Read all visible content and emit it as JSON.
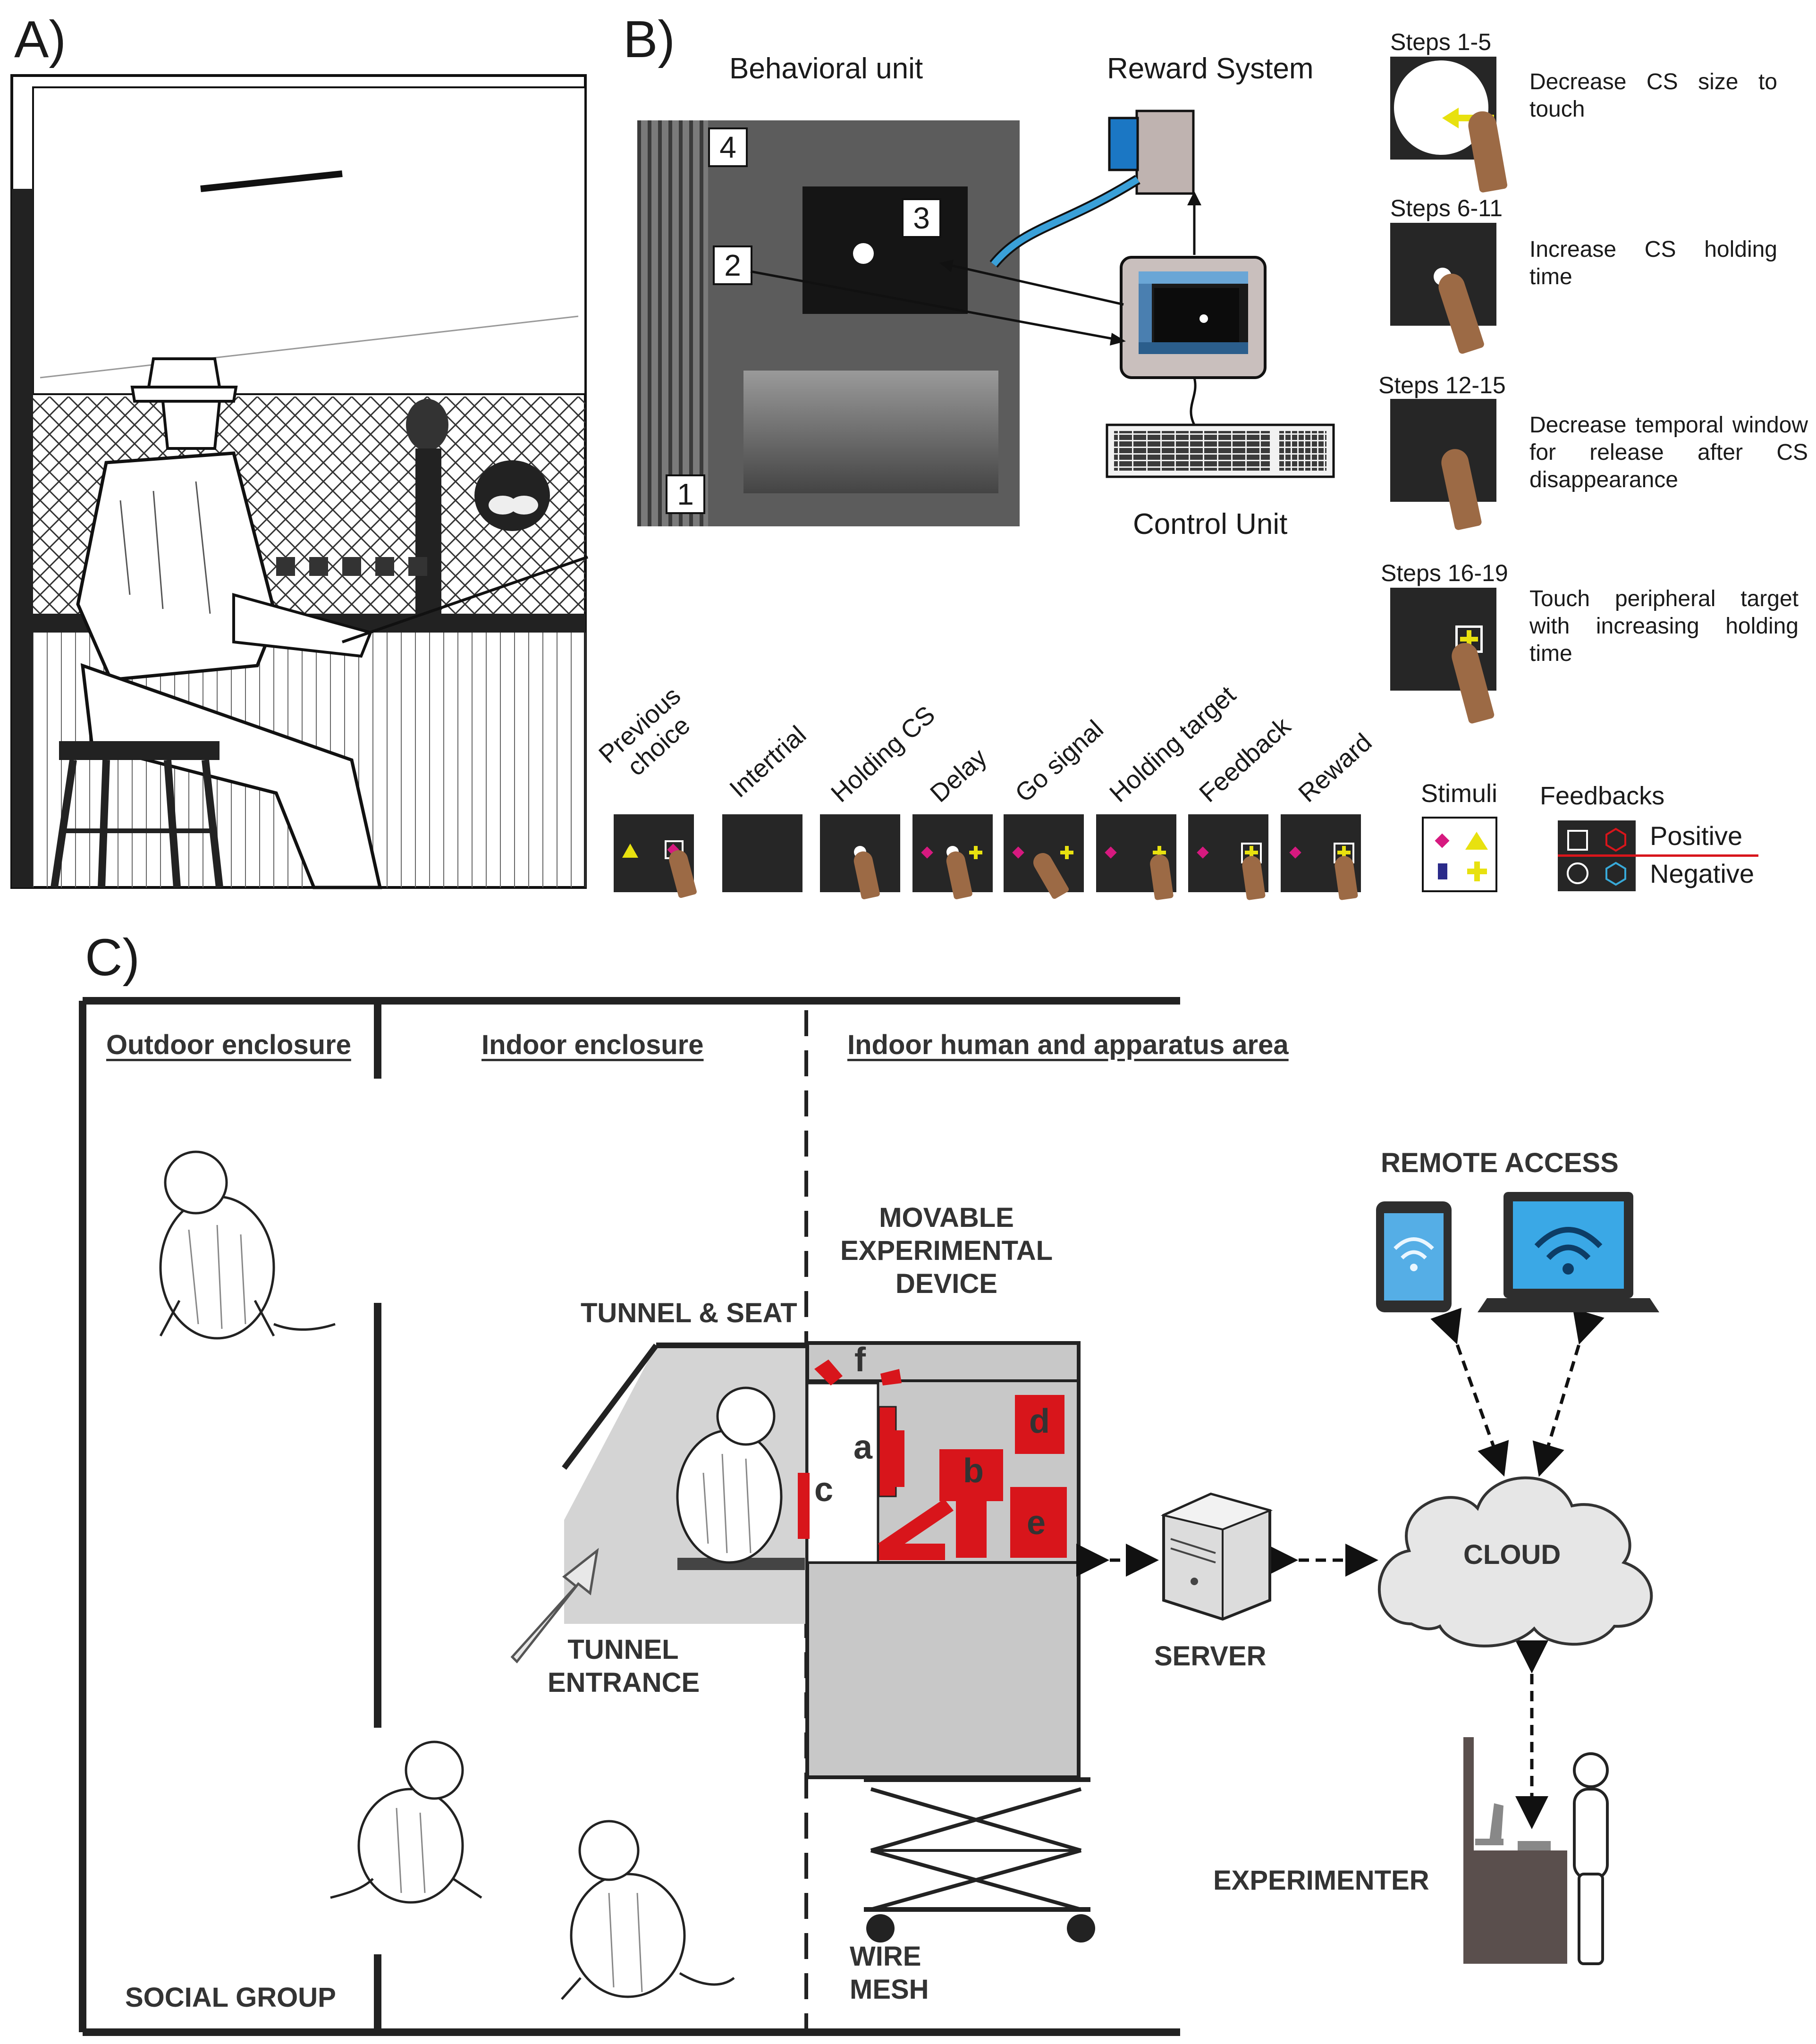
{
  "panels": {
    "a": "A)",
    "b": "B)",
    "c": "C)"
  },
  "panel_b": {
    "behavioral_unit": "Behavioral unit",
    "reward_system": "Reward System",
    "control_unit": "Control Unit",
    "markers": [
      "1",
      "2",
      "3",
      "4"
    ],
    "steps": [
      {
        "title": "Steps 1-5",
        "desc": "Decrease CS size to touch"
      },
      {
        "title": "Steps 6-11",
        "desc": "Increase CS holding time"
      },
      {
        "title": "Steps 12-15",
        "desc": "Decrease temporal window for release after CS disappearance"
      },
      {
        "title": "Steps 16-19",
        "desc": "Touch peripheral target with increasing holding time"
      }
    ],
    "sequence": [
      "Previous choice",
      "Intertrial",
      "Holding CS",
      "Delay",
      "Go signal",
      "Holding target",
      "Feedback",
      "Reward"
    ],
    "stimuli_label": "Stimuli",
    "feedbacks_label": "Feedbacks",
    "feedback_positive": "Positive",
    "feedback_negative": "Negative",
    "colors": {
      "magenta": "#d6197f",
      "yellow": "#e8e10f",
      "navy": "#2b2b8a",
      "hand": "#9c6a45"
    }
  },
  "panel_c": {
    "outdoor": "Outdoor enclosure",
    "indoor": "Indoor enclosure",
    "human_area": "Indoor human and apparatus area",
    "remote_access": "REMOTE ACCESS",
    "movable_device": [
      "MOVABLE",
      "EXPERIMENTAL",
      "DEVICE"
    ],
    "tunnel_seat": "TUNNEL & SEAT",
    "tunnel_entrance": [
      "TUNNEL",
      "ENTRANCE"
    ],
    "server": "SERVER",
    "cloud": "CLOUD",
    "experimenter": "EXPERIMENTER",
    "social_group": "SOCIAL GROUP",
    "wire_mesh": [
      "WIRE",
      "MESH"
    ],
    "components": [
      "a",
      "b",
      "c",
      "d",
      "e",
      "f"
    ],
    "colors": {
      "red": "#d8151b",
      "grey": "#c8c8c8",
      "desk": "#5a4f4d",
      "wifi": "#1c8fd4"
    }
  }
}
